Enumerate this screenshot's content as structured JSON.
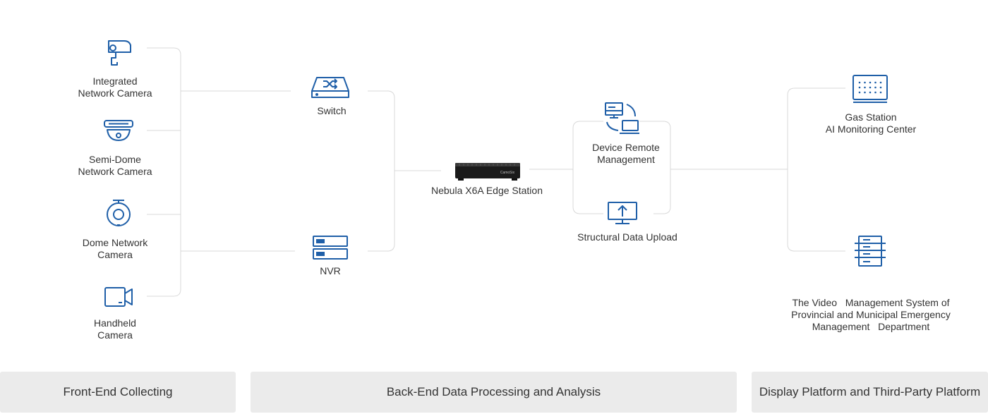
{
  "nodes": {
    "integrated_camera": [
      "Integrated",
      "Network Camera"
    ],
    "semi_dome_camera": [
      "Semi-Dome",
      "Network Camera"
    ],
    "dome_camera": [
      "Dome Network",
      "Camera"
    ],
    "handheld_camera": [
      "Handheld",
      "Camera"
    ],
    "switch": [
      "Switch"
    ],
    "nvr": [
      "NVR"
    ],
    "edge_station": [
      "Nebula X6A Edge Station"
    ],
    "edge_station_device_text": "CamoSix",
    "device_remote": [
      "Device Remote",
      "Management"
    ],
    "structural_upload": [
      "Structural Data Upload"
    ],
    "gas_station": [
      "Gas Station",
      "AI Monitoring Center"
    ],
    "video_mgmt": [
      "The Video   Management System of",
      "Provincial and Municipal Emergency",
      "Management   Department"
    ]
  },
  "sections": {
    "front_end": "Front-End Collecting",
    "back_end": "Back-End Data Processing and Analysis",
    "display": "Display Platform and Third-Party Platform"
  },
  "colors": {
    "icon": "#1f5fa8",
    "line": "#d9d9d9",
    "text": "#333333",
    "bar": "#ebebeb"
  }
}
